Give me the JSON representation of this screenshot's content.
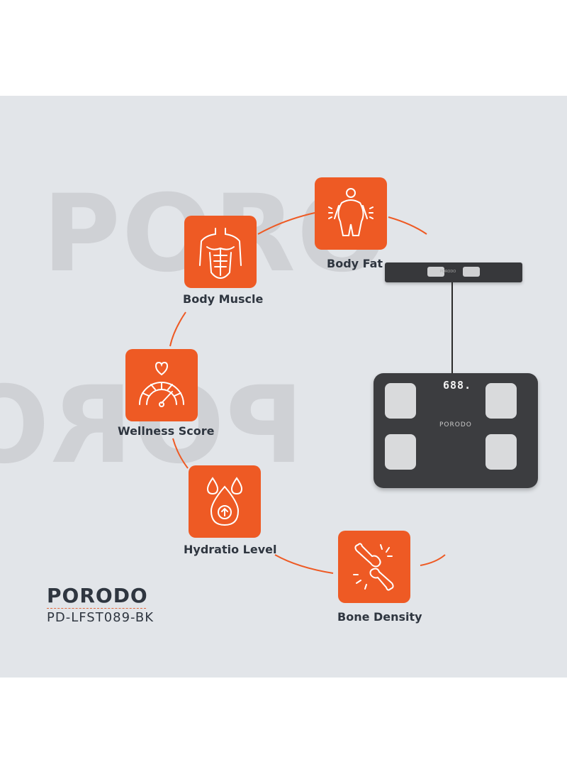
{
  "watermark": {
    "top": "PORO",
    "bottom": "PORO"
  },
  "features": [
    {
      "label": "Body Fat",
      "icon": "body-fat-icon"
    },
    {
      "label": "Body Muscle",
      "icon": "body-muscle-icon"
    },
    {
      "label": "Wellness Score",
      "icon": "wellness-score-icon"
    },
    {
      "label": "Hydratio Level",
      "icon": "hydration-level-icon"
    },
    {
      "label": "Bone Density",
      "icon": "bone-density-icon"
    }
  ],
  "brand": {
    "name": "PORODO",
    "model": "PD-LFST089-BK"
  },
  "scale": {
    "display": "688.",
    "logo": "PORODO",
    "handle_logo": "PORODO"
  },
  "colors": {
    "accent": "#ee5a24",
    "background": "#e2e5e9",
    "text": "#2f3640",
    "scale": "#3c3d40"
  }
}
